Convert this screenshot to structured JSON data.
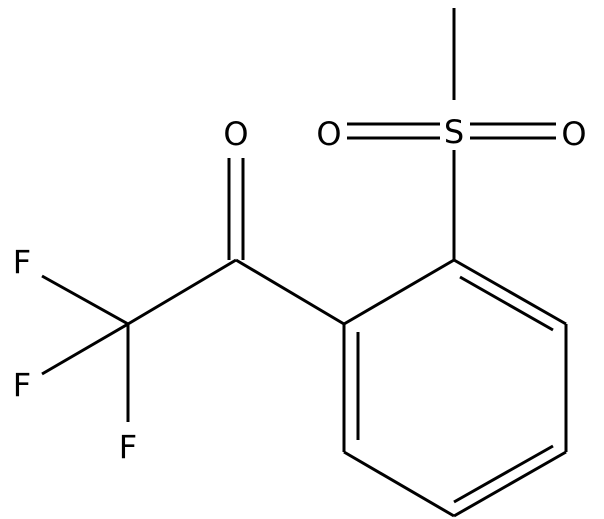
{
  "molecule": {
    "atoms": {
      "oxygen_carbonyl": "O",
      "sulfur": "S",
      "oxygen_sulfonyl_left": "O",
      "oxygen_sulfonyl_right": "O",
      "fluorine_1": "F",
      "fluorine_2": "F",
      "fluorine_3": "F"
    }
  },
  "colors": {
    "bond": "#000000",
    "background": "#ffffff"
  }
}
